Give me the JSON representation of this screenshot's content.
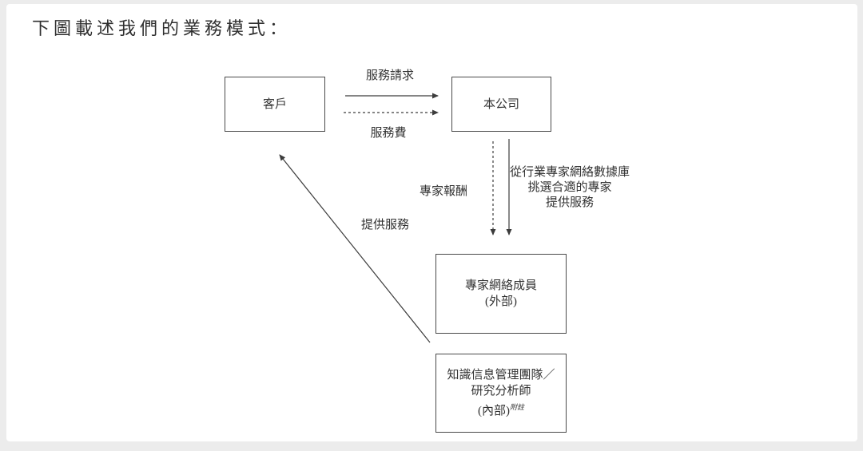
{
  "page": {
    "title": "下圖載述我們的業務模式："
  },
  "diagram": {
    "boxes": {
      "customer": {
        "label": "客戶"
      },
      "company": {
        "label": "本公司"
      },
      "expert_network": {
        "line1": "專家網絡成員",
        "line2": "(外部)"
      },
      "knowledge_team": {
        "line1": "知識信息管理團隊／",
        "line2": "研究分析師",
        "line3": "(內部)",
        "superscript": "附註"
      }
    },
    "arrows": {
      "service_request": {
        "label": "服務請求",
        "style": "solid",
        "direction": "customer-to-company"
      },
      "service_fee": {
        "label": "服務費",
        "style": "dashed",
        "direction": "customer-to-company"
      },
      "expert_compensation": {
        "label": "專家報酬",
        "style": "dashed",
        "direction": "company-to-expert-network"
      },
      "select_experts": {
        "line1": "從行業專家網絡數據庫",
        "line2": "挑選合適的專家",
        "line3": "提供服務",
        "style": "solid",
        "direction": "company-to-expert-network"
      },
      "provide_services": {
        "label": "提供服務",
        "style": "solid",
        "direction": "expert-network-to-customer"
      }
    },
    "colors": {
      "line": "#3c3c3c",
      "text": "#333333",
      "box_border": "#4a4a4a",
      "page_background": "#ffffff",
      "frame_background": "#ececec"
    }
  }
}
